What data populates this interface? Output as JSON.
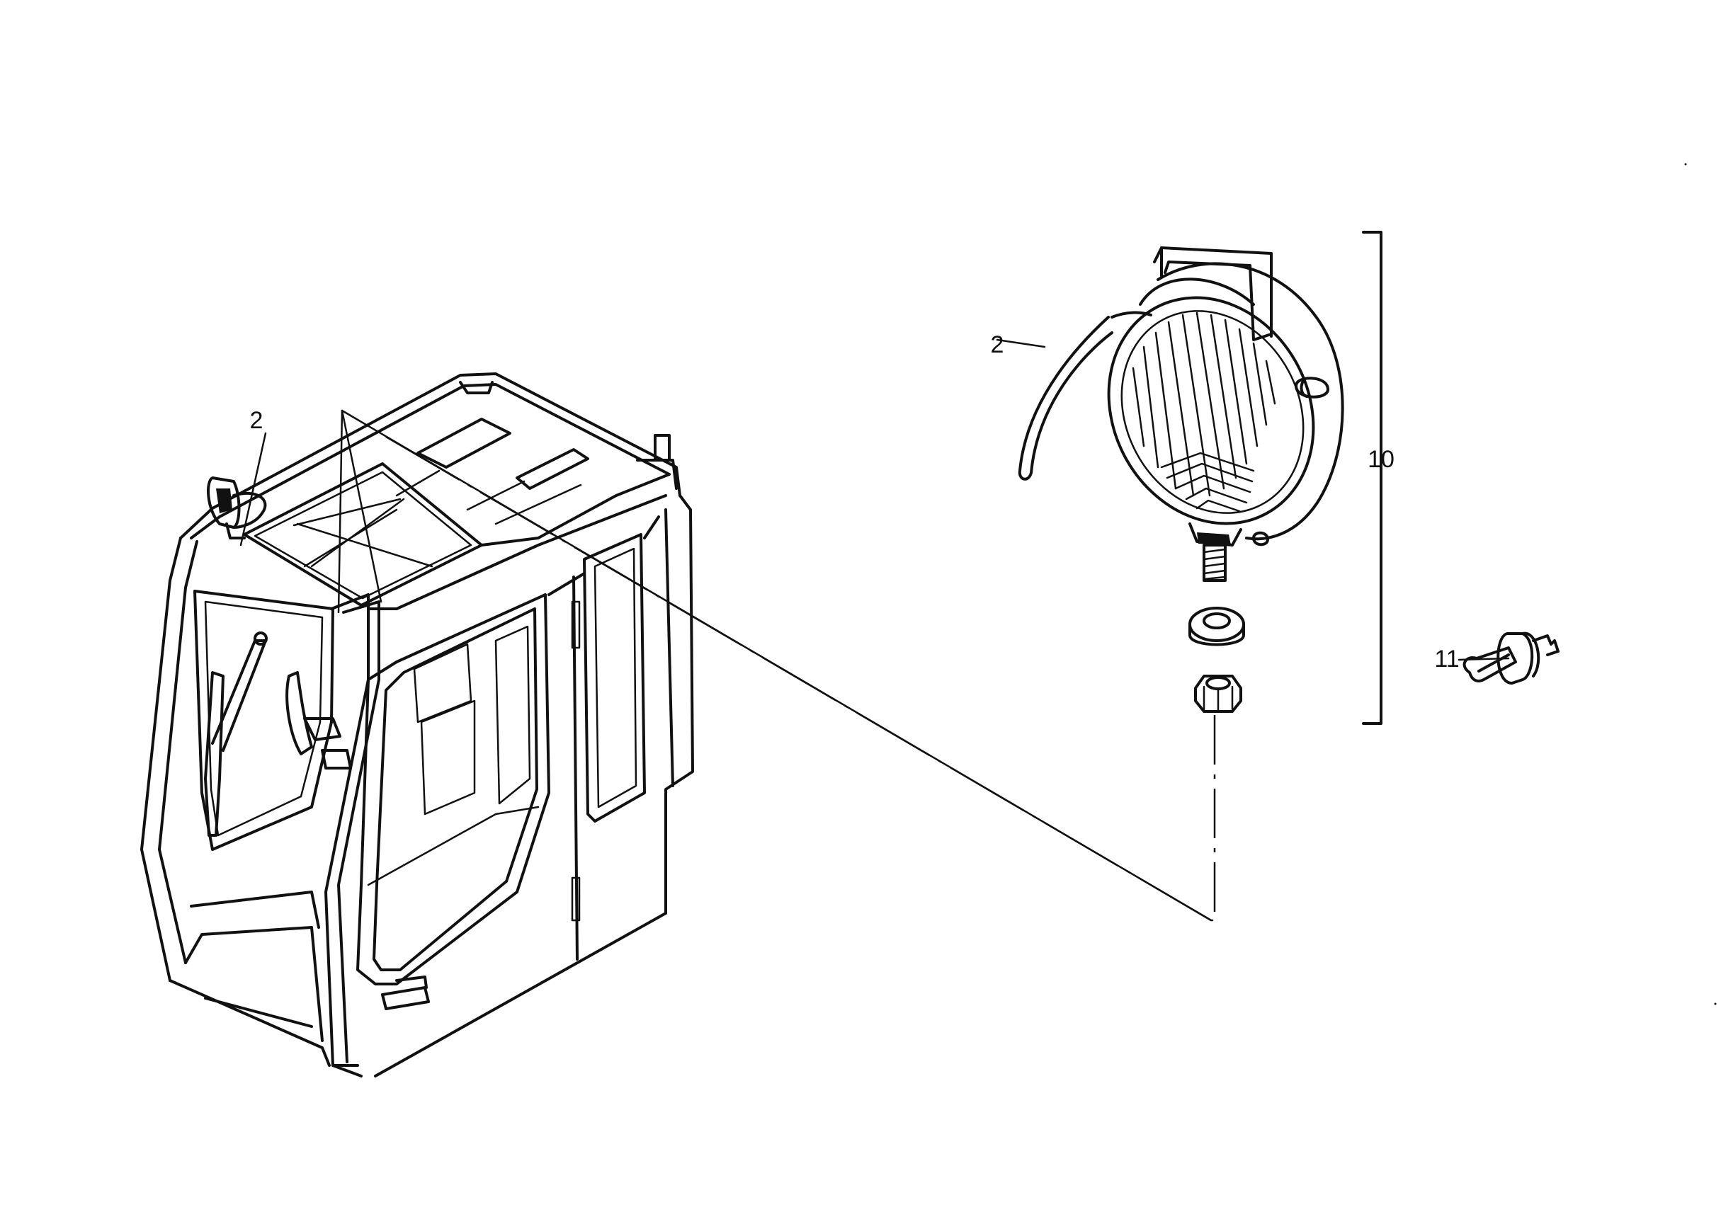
{
  "callouts": {
    "cab_lamp": "2",
    "lamp_cable": "2",
    "lamp_assembly": "10",
    "bulb": "11"
  },
  "colors": {
    "ink": "#111111",
    "background": "#ffffff"
  }
}
